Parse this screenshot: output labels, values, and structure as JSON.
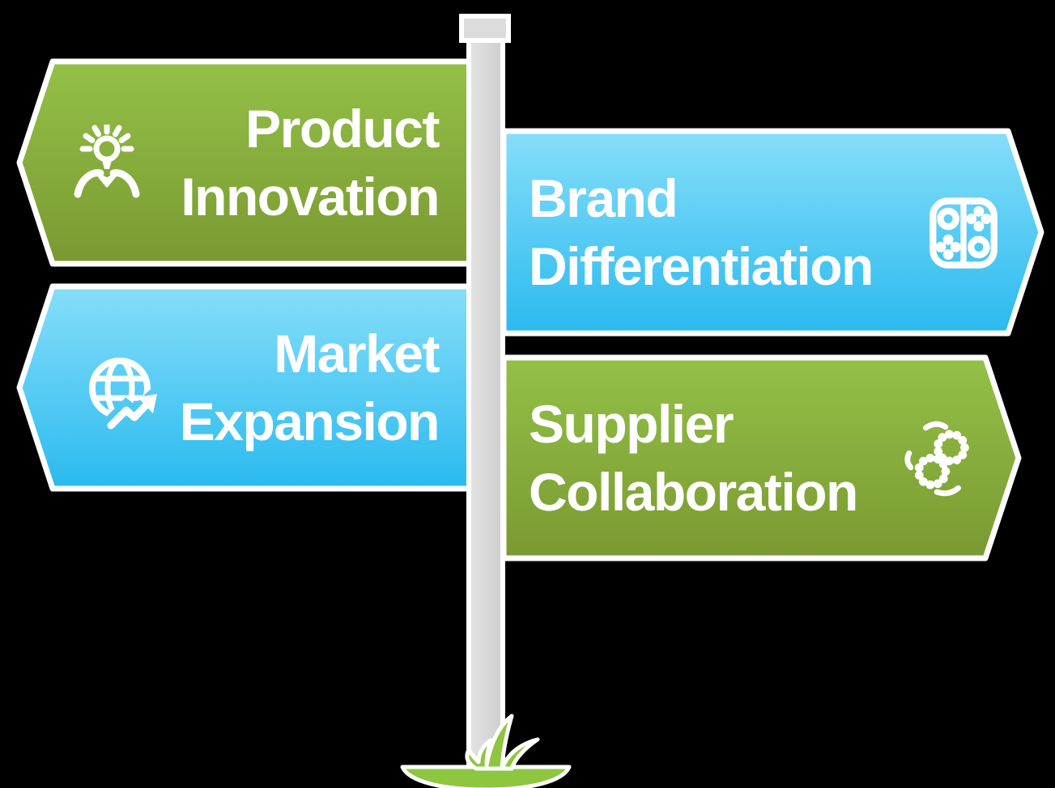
{
  "background_color": "#000000",
  "signpost": {
    "pole_color": "#d9d9d9",
    "cap_color": "#dcdcdc",
    "outline_color": "#ffffff",
    "grass_color": "#8dc63f",
    "base_color": "#8dc63f"
  },
  "palette": {
    "green_gradient_top": "#93c147",
    "green_gradient_bottom": "#7a9931",
    "blue_gradient_top": "#87def9",
    "blue_gradient_bottom": "#2abaef",
    "text_color": "#ffffff"
  },
  "signs": [
    {
      "label": "Product Innovation",
      "lines": [
        "Product",
        "Innovation"
      ],
      "direction": "left",
      "color": "green",
      "icon": "innovation-person-icon"
    },
    {
      "label": "Brand Differentiation",
      "lines": [
        "Brand",
        "Differentiation"
      ],
      "direction": "right",
      "color": "blue",
      "icon": "differentiation-tiles-icon"
    },
    {
      "label": "Market Expansion",
      "lines": [
        "Market",
        "Expansion"
      ],
      "direction": "left",
      "color": "blue",
      "icon": "globe-growth-icon"
    },
    {
      "label": "Supplier Collaboration",
      "lines": [
        "Supplier",
        "Collaboration"
      ],
      "direction": "right",
      "color": "green",
      "icon": "collaboration-gears-icon"
    }
  ]
}
